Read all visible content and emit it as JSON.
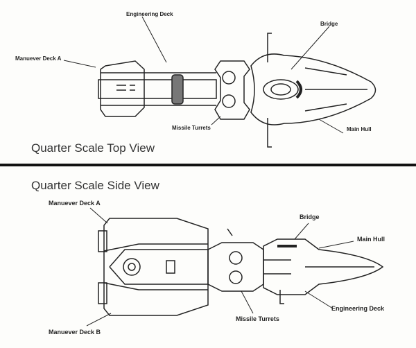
{
  "top_view": {
    "title": "Quarter Scale Top View",
    "labels": {
      "engineering_deck": "Engineering Deck",
      "bridge": "Bridge",
      "maneuver_deck_a": "Manuever Deck A",
      "missile_turrets": "Missile Turrets",
      "main_hull": "Main Hull"
    }
  },
  "side_view": {
    "title": "Quarter Scale Side View",
    "labels": {
      "maneuver_deck_a": "Manuever Deck A",
      "bridge": "Bridge",
      "main_hull": "Main Hull",
      "maneuver_deck_b": "Manuever Deck B",
      "missile_turrets": "Missile Turrets",
      "engineering_deck": "Engineering Deck"
    }
  }
}
